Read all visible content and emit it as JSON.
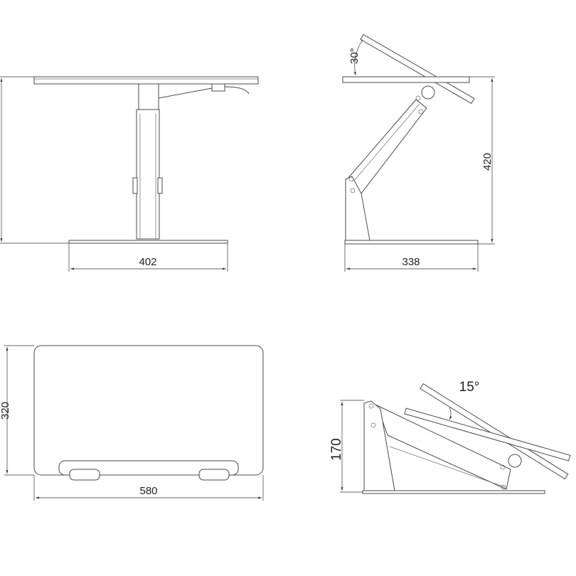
{
  "views": {
    "front": {
      "width_label": "402"
    },
    "side": {
      "height_label": "420",
      "depth_label": "338",
      "tilt_label": "30°"
    },
    "top": {
      "width_label": "580",
      "depth_label": "320"
    },
    "folded": {
      "height_label": "170",
      "tilt_label": "15°"
    }
  },
  "colors": {
    "line": "#4a4a4a",
    "background": "#ffffff"
  }
}
